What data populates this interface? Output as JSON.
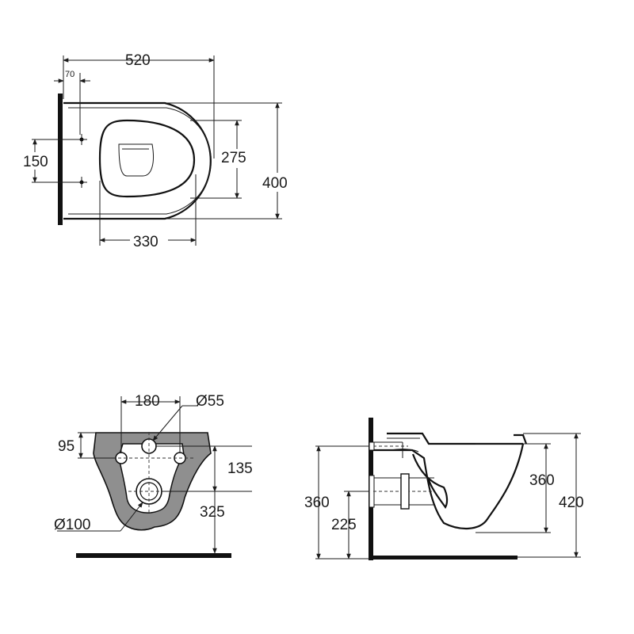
{
  "top_view": {
    "dims": {
      "width_520": "520",
      "offset_70": "70",
      "spacing_150": "150",
      "seat_275": "275",
      "width_400": "400",
      "seat_330": "330"
    }
  },
  "rear_view": {
    "dims": {
      "spacing_180": "180",
      "diameter_55": "Ø55",
      "height_95": "95",
      "height_135": "135",
      "height_325": "325",
      "diameter_100": "Ø100"
    }
  },
  "side_view": {
    "dims": {
      "height_360_left": "360",
      "height_225": "225",
      "height_360_right": "360",
      "height_420": "420"
    }
  }
}
